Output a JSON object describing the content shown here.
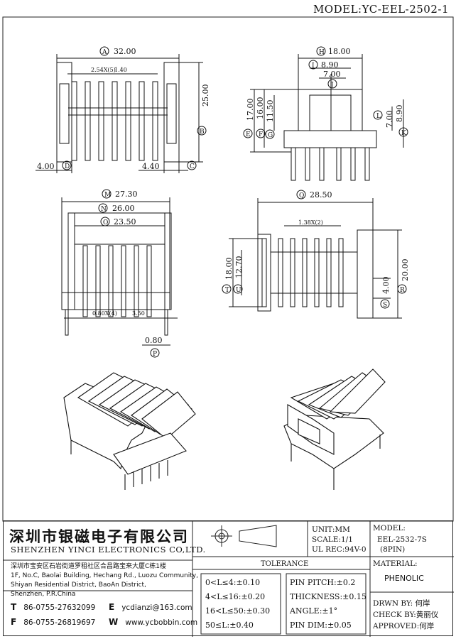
{
  "title": "MODEL:YC-EEL-2502-1",
  "views": {
    "front": {
      "dims": {
        "A": "32.00",
        "B": "25.00",
        "C": "4.40",
        "D": "4.00",
        "pitch": "2.54X(5)",
        "pin_w": "1.40"
      },
      "letters": [
        "A",
        "B",
        "C",
        "D"
      ]
    },
    "side": {
      "dims": {
        "H": "18.00",
        "I": "8.90",
        "J": "7.00",
        "E": "17.00",
        "F": "16.00",
        "G": "11.50",
        "L": "7.00",
        "K": "8.90"
      },
      "letters": [
        "H",
        "I",
        "J",
        "E",
        "F",
        "G",
        "L",
        "K"
      ]
    },
    "bottom_left": {
      "dims": {
        "M": "27.30",
        "N": "26.00",
        "O": "23.50",
        "pin_w": "0.80X(4)",
        "offset": "3.50",
        "P": "0.80"
      },
      "letters": [
        "M",
        "N",
        "O",
        "P"
      ]
    },
    "bottom_right": {
      "dims": {
        "Q": "28.50",
        "pitch": "1.38X(2)",
        "T": "18.00",
        "U": "12.70",
        "R": "20.00",
        "S": "4.00"
      },
      "letters": [
        "Q",
        "T",
        "U",
        "R",
        "S"
      ]
    }
  },
  "title_block": {
    "company_cn": "深圳市银磁电子有限公司",
    "company_en": "SHENZHEN YINCI ELECTRONICS CO,LTD.",
    "address_cn": "深圳市宝安区石岩街道罗租社区合昌路宝来大厦C栋1楼",
    "address_en": [
      "1F, No.C, Baolai Building, Hechang Rd., Luozu Community,",
      "Shiyan Residential District, BaoAn District,",
      "Shenzhen, P.R.China"
    ],
    "tel_label": "T",
    "tel": "86-0755-27632099",
    "fax_label": "F",
    "fax": "86-0755-26819697",
    "email_label": "E",
    "email": "ycdianzi@163.com",
    "web_label": "W",
    "web": "www.ycbobbin.com",
    "unit": "UNIT:MM",
    "scale": "SCALE:1/1",
    "ul": "UL REC:94V-0",
    "tolerance_title": "TOLERANCE",
    "tolerances": [
      "0<L≤4:±0.10",
      "4<L≤16:±0.20",
      "16<L≤50:±0.30",
      "50≤L:±0.40"
    ],
    "pin_tolerances": [
      "PIN PITCH:±0.2",
      "THICKNESS:±0.15",
      "ANGLE:±1°",
      "PIN DIM:±0.05"
    ],
    "model_label": "MODEL:",
    "model": "EEL-2532-7S",
    "model_pins": "(8PIN)",
    "material_label": "MATERIAL:",
    "material": "PHENOLIC",
    "drawn": "DRWN BY: 何岸",
    "check": "CHECK BY:黄丽仪",
    "approved": "APPROVED:何岸"
  }
}
